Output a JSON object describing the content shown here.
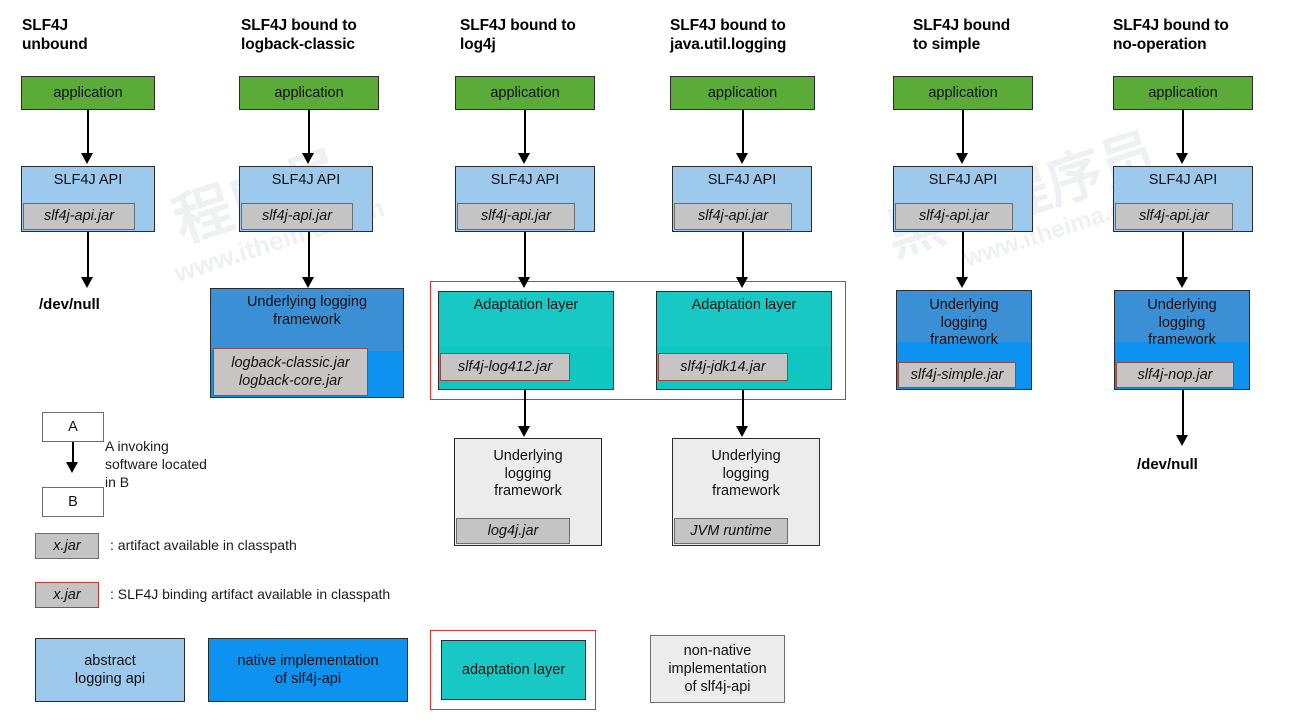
{
  "diagram": {
    "title": "SLF4J bindings",
    "colors": {
      "application": "#5aab37",
      "slf4j_api": "#9cc9ec",
      "native_impl": "#3b8fd4",
      "native_impl_band": "#0e92f0",
      "adaptation": "#17c8c4",
      "adaptation_band": "#0fc6c0",
      "non_native": "#ececec",
      "jar": "#c4c4c4",
      "binding_border": "#8e4a45",
      "group_border": "#ee2b2b"
    }
  },
  "columns": [
    {
      "id": "unbound",
      "title": "SLF4J\nunbound",
      "app_label": "application",
      "api_label": "SLF4J API",
      "api_jar": "slf4j-api.jar",
      "terminal": "/dev/null"
    },
    {
      "id": "logback-classic",
      "title": "SLF4J bound to\nlogback-classic",
      "app_label": "application",
      "api_label": "SLF4J API",
      "api_jar": "slf4j-api.jar",
      "impl_label": "Underlying logging\nframework",
      "impl_jars": [
        "logback-classic.jar",
        "logback-core.jar"
      ]
    },
    {
      "id": "log4j",
      "title": "SLF4J bound to\nlog4j",
      "app_label": "application",
      "api_label": "SLF4J API",
      "api_jar": "slf4j-api.jar",
      "adapter_label": "Adaptation layer",
      "adapter_jar": "slf4j-log412.jar",
      "impl_label": "Underlying\nlogging\nframework",
      "impl_jar": "log4j.jar"
    },
    {
      "id": "java-util-logging",
      "title": "SLF4J bound to\njava.util.logging",
      "app_label": "application",
      "api_label": "SLF4J API",
      "api_jar": "slf4j-api.jar",
      "adapter_label": "Adaptation layer",
      "adapter_jar": "slf4j-jdk14.jar",
      "impl_label": "Underlying\nlogging\nframework",
      "impl_jar": "JVM runtime"
    },
    {
      "id": "simple",
      "title": "SLF4J bound\nto simple",
      "app_label": "application",
      "api_label": "SLF4J API",
      "api_jar": "slf4j-api.jar",
      "impl_label": "Underlying\nlogging\nframework",
      "impl_jar": "slf4j-simple.jar"
    },
    {
      "id": "no-operation",
      "title": "SLF4J bound to\nno-operation",
      "app_label": "application",
      "api_label": "SLF4J API",
      "api_jar": "slf4j-api.jar",
      "impl_label": "Underlying\nlogging\nframework",
      "impl_jar": "slf4j-nop.jar",
      "terminal": "/dev/null"
    }
  ],
  "legend": {
    "invocation": {
      "box_a": "A",
      "box_b": "B",
      "caption": "A invoking\nsoftware located\nin B"
    },
    "artifact": {
      "chip": "x.jar",
      "caption": ": artifact available in classpath"
    },
    "binding_artifact": {
      "chip": "x.jar",
      "caption": ": SLF4J binding artifact available in classpath"
    },
    "swatches": [
      {
        "label": "abstract\nlogging api",
        "color": "#9cc9ec",
        "outlined": false
      },
      {
        "label": "native implementation\nof slf4j-api",
        "color": "#0e92f0",
        "outlined": false
      },
      {
        "label": "adaptation layer",
        "color": "#17c8c4",
        "outlined": true
      },
      {
        "label": "non-native\nimplementation\nof slf4j-api",
        "color": "#ececec",
        "outlined": false
      }
    ]
  }
}
